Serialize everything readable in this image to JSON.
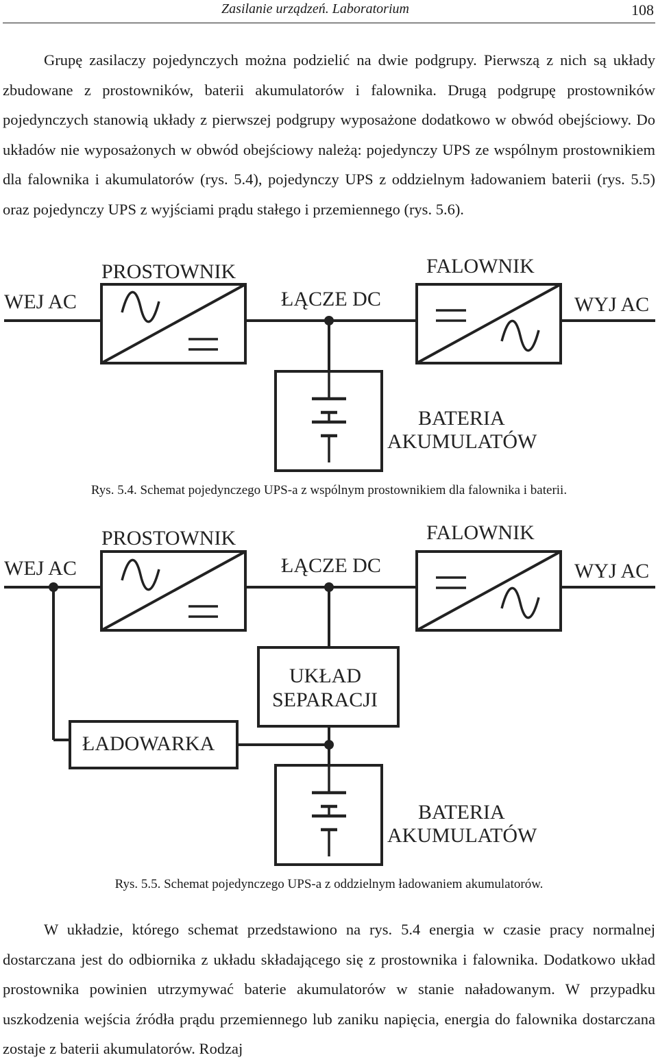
{
  "header": {
    "running_title": "Zasilanie urządzeń. Laboratorium",
    "page_number": "108"
  },
  "paragraphs": [
    "Grupę zasilaczy pojedynczych można podzielić na dwie podgrupy. Pierwszą z nich są układy zbudowane z prostowników, baterii akumulatorów i falownika. Drugą podgrupę prostowników pojedynczych stanowią układy z pierwszej podgrupy wyposażone dodatkowo w obwód obejściowy. Do układów nie wyposażonych w obwód obejściowy należą: pojedynczy UPS ze wspólnym prostownikiem dla falownika i akumulatorów (rys. 5.4), pojedynczy UPS z oddzielnym ładowaniem baterii (rys. 5.5) oraz pojedynczy UPS z wyjściami prądu stałego i przemiennego (rys. 5.6).",
    "W układzie, którego schemat przedstawiono na rys. 5.4 energia w czasie pracy normalnej dostarczana jest do odbiornika z układu składającego się z prostownika i falownika. Dodatkowo układ prostownika powinien utrzymywać baterie akumulatorów w stanie naładowanym. W przypadku uszkodzenia wejścia źródła prądu przemiennego lub zaniku napięcia, energia do falownika dostarczana zostaje z baterii akumulatorów. Rodzaj"
  ],
  "figure1": {
    "labels": {
      "rectifier": "PROSTOWNIK",
      "inverter": "FALOWNIK",
      "ac_in": "WEJ AC",
      "ac_out": "WYJ AC",
      "dc_link": "ŁĄCZE DC",
      "battery_line1": "BATERIA",
      "battery_line2": "AKUMULATÓW"
    },
    "caption": "Rys. 5.4. Schemat pojedynczego UPS-a z wspólnym prostownikiem dla falownika i baterii."
  },
  "figure2": {
    "labels": {
      "rectifier": "PROSTOWNIK",
      "inverter": "FALOWNIK",
      "ac_in": "WEJ AC",
      "ac_out": "WYJ AC",
      "dc_link": "ŁĄCZE DC",
      "separation_line1": "UKŁAD",
      "separation_line2": "SEPARACJI",
      "charger": "ŁADOWARKA",
      "battery_line1": "BATERIA",
      "battery_line2": "AKUMULATÓW"
    },
    "caption": "Rys. 5.5. Schemat pojedynczego UPS-a z oddzielnym ładowaniem akumulatorów."
  }
}
